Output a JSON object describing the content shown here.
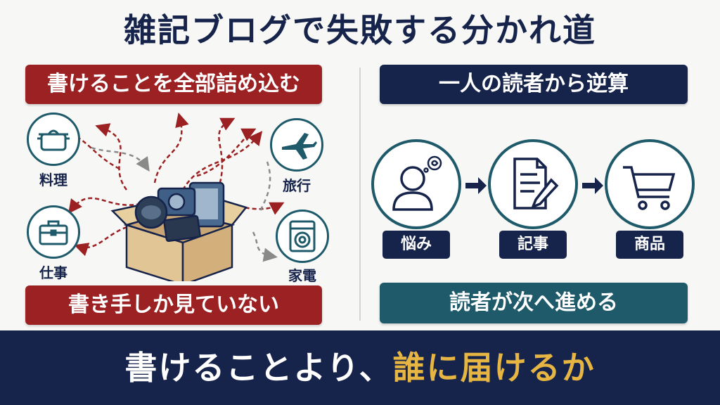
{
  "title": "雑記ブログで失敗する分かれ道",
  "left": {
    "top_label": "書けることを全部詰め込む",
    "bottom_label": "書き手しか見ていない",
    "categories": {
      "cooking": "料理",
      "travel": "旅行",
      "work": "仕事",
      "appliances": "家電"
    }
  },
  "right": {
    "top_label": "一人の読者から逆算",
    "steps": [
      "悩み",
      "記事",
      "商品"
    ],
    "bottom_label": "読者が次へ進める"
  },
  "banner": {
    "part1": "書けることより、",
    "part2": "誰に届けるか"
  },
  "colors": {
    "navy": "#16234a",
    "red": "#9b2123",
    "teal": "#1e5a6a",
    "gold": "#e7b642"
  }
}
